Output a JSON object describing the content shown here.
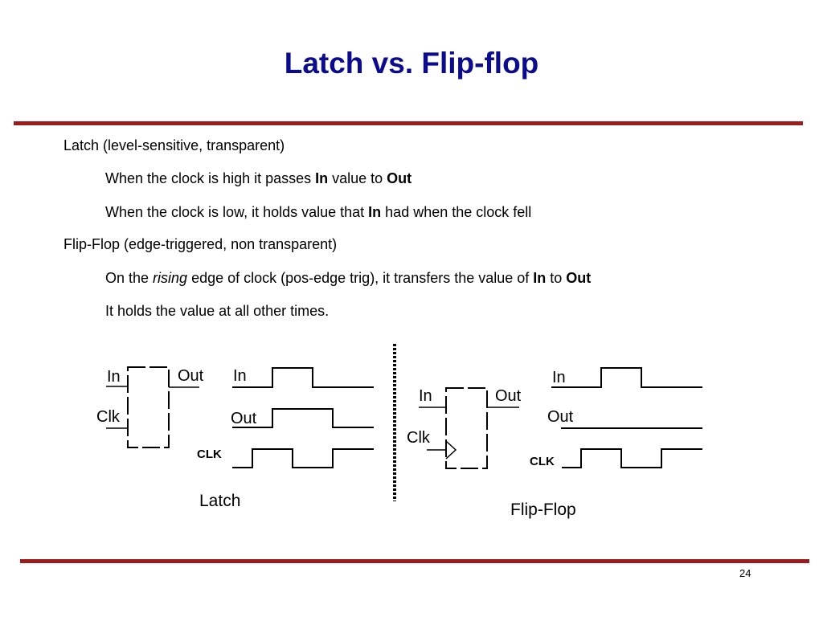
{
  "slide": {
    "title": "Latch vs. Flip-flop",
    "page_number": "24"
  },
  "bullets": {
    "latch_heading": "Latch (level-sensitive, transparent)",
    "latch_high": {
      "pre": "When the clock is high it passes ",
      "b1": "In",
      "mid": " value to ",
      "b2": "Out"
    },
    "latch_low": {
      "pre": "When the clock is low, it holds value that ",
      "b1": "In",
      "post": " had when the clock fell"
    },
    "ff_heading": "Flip-Flop (edge-triggered, non transparent)",
    "ff_rising": {
      "pre": "On the ",
      "em": "rising",
      "mid": " edge of clock (pos-edge trig), it transfers the value of ",
      "b1": "In",
      "mid2": " to ",
      "b2": "Out"
    },
    "ff_hold": "It holds the value at all other times."
  },
  "latch_diagram": {
    "in_label": "In",
    "out_label": "Out",
    "clk_label": "Clk",
    "wave_in_label": "In",
    "wave_out_label": "Out",
    "wave_clk_label": "CLK",
    "caption": "Latch"
  },
  "ff_diagram": {
    "in_label": "In",
    "out_label": "Out",
    "clk_label": "Clk",
    "wave_in_label": "In",
    "wave_out_label": "Out",
    "wave_clk_label": "CLK",
    "caption": "Flip-Flop"
  },
  "colors": {
    "title": "#0b0b8e",
    "rule": "#9b1c1c"
  }
}
